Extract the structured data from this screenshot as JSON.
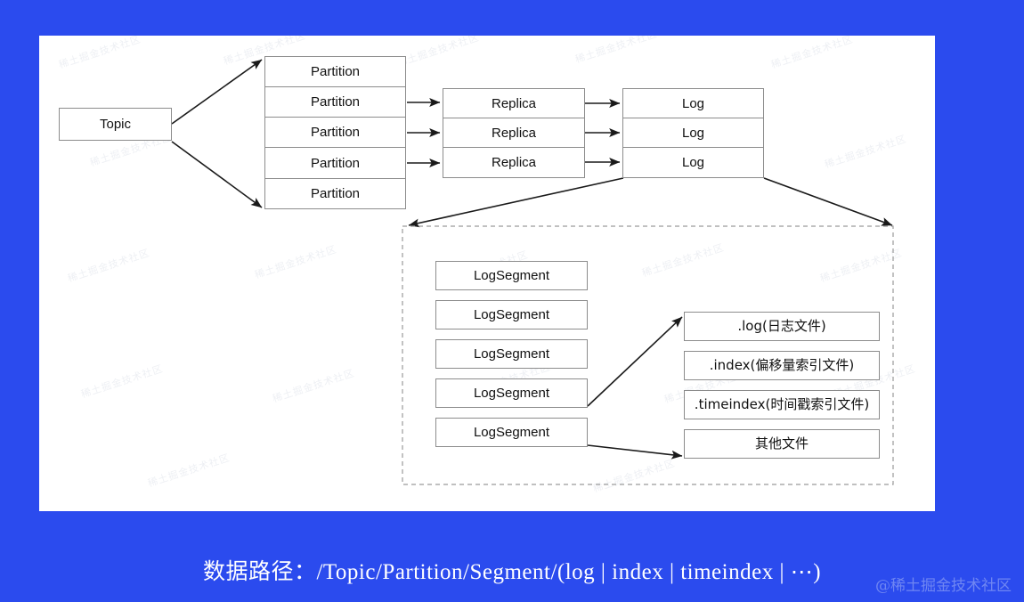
{
  "theme": {
    "background": "#2b4bee",
    "panel": "#ffffff",
    "box_border": "#8c8c8c",
    "edge": "#1a1a1a",
    "dashed_frame": "#9a9a9a",
    "caption_color": "#ffffff",
    "credit_color": "#6f86f2"
  },
  "diagram": {
    "topic": {
      "label": "Topic"
    },
    "partitions": {
      "title": "Partition",
      "items": [
        {
          "label": "Partition"
        },
        {
          "label": "Partition"
        },
        {
          "label": "Partition"
        },
        {
          "label": "Partition"
        },
        {
          "label": "Partition"
        }
      ]
    },
    "replicas": {
      "title": "Replica",
      "items": [
        {
          "label": "Replica"
        },
        {
          "label": "Replica"
        },
        {
          "label": "Replica"
        }
      ]
    },
    "logs": {
      "title": "Log",
      "items": [
        {
          "label": "Log"
        },
        {
          "label": "Log"
        },
        {
          "label": "Log"
        }
      ]
    },
    "log_segments": {
      "title": "LogSegment",
      "items": [
        {
          "label": "LogSegment"
        },
        {
          "label": "LogSegment"
        },
        {
          "label": "LogSegment"
        },
        {
          "label": "LogSegment"
        },
        {
          "label": "LogSegment"
        }
      ]
    },
    "segment_files": {
      "items": [
        {
          "label": ".log(日志文件)"
        },
        {
          "label": ".index(偏移量索引文件)"
        },
        {
          "label": ".timeindex(时间戳索引文件)"
        },
        {
          "label": "其他文件"
        }
      ]
    }
  },
  "caption": {
    "text": "数据路径：/Topic/Partition/Segment/(log | index | timeindex | ⋯)"
  },
  "credit": {
    "text": "@稀土掘金技术社区"
  },
  "watermark": {
    "text": "稀土掘金技术社区"
  }
}
